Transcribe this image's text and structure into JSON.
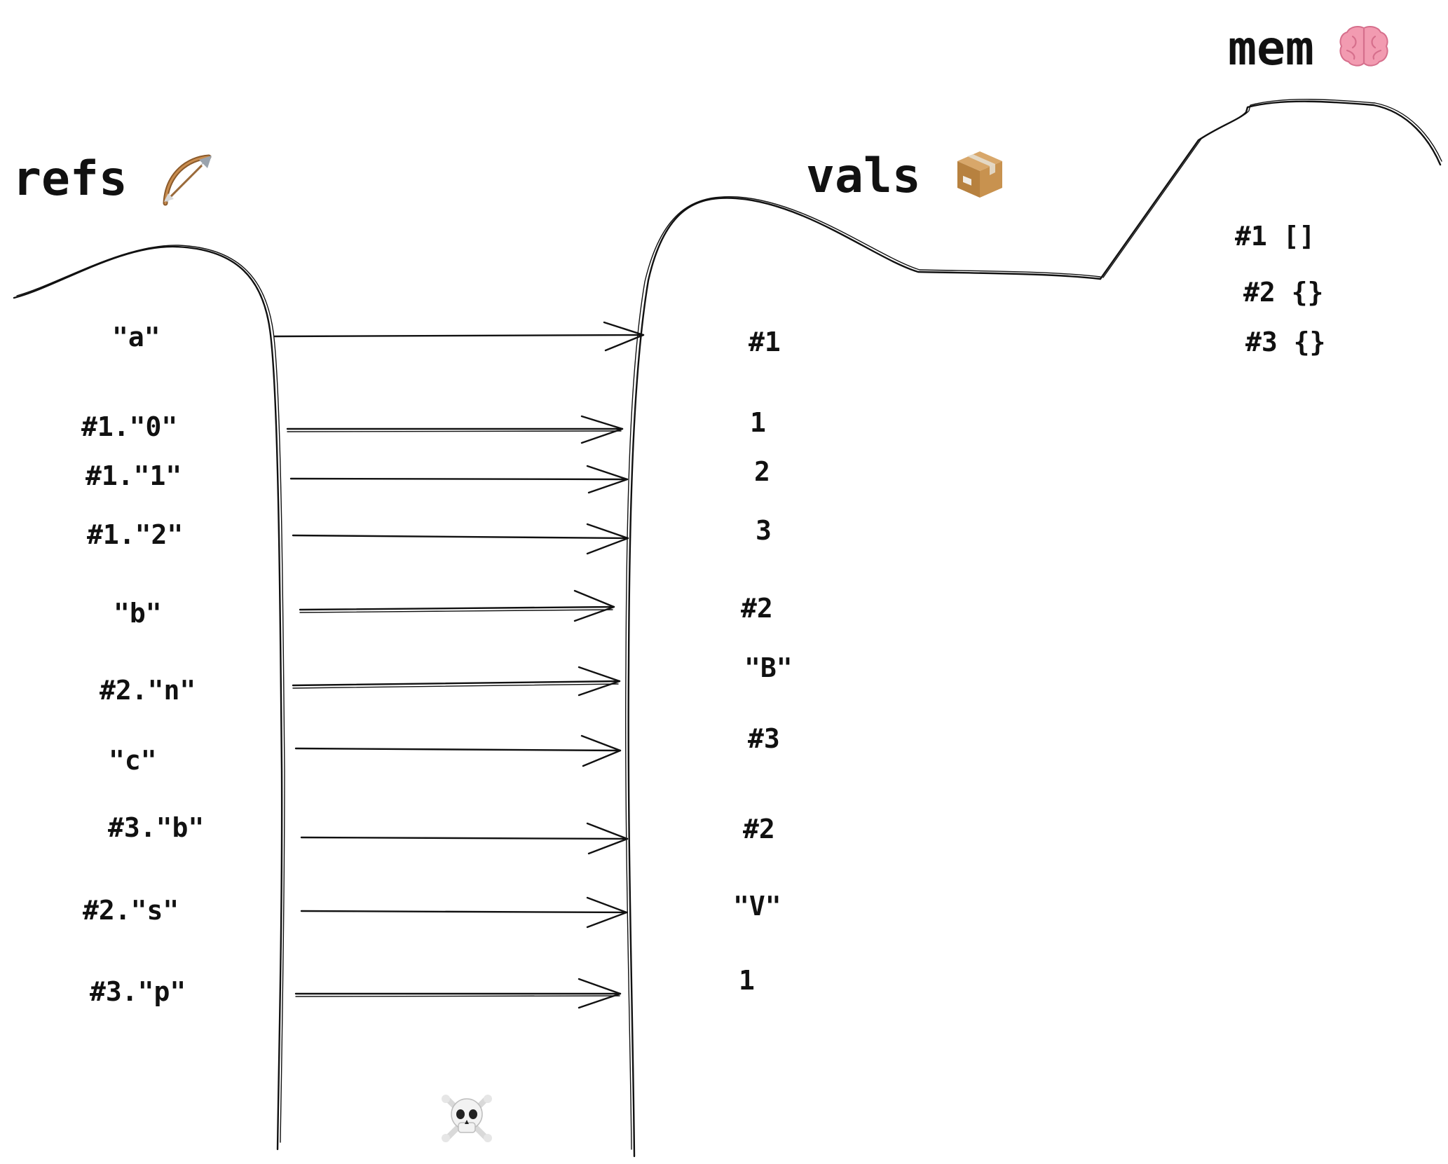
{
  "titles": {
    "refs": "refs",
    "vals": "vals",
    "mem": "mem"
  },
  "icons": {
    "refs": "bow-and-arrow-icon",
    "vals": "package-icon",
    "mem": "brain-icon",
    "bottom": "skull-crossbones-icon"
  },
  "refs": [
    "\"a\"",
    "#1.\"0\"",
    "#1.\"1\"",
    "#1.\"2\"",
    "\"b\"",
    "#2.\"n\"",
    "\"c\"",
    "#3.\"b\"",
    "#2.\"s\"",
    "#3.\"p\""
  ],
  "vals": [
    "#1",
    "1",
    "2",
    "3",
    "#2",
    "\"B\"",
    "#3",
    "#2",
    "\"V\"",
    "1"
  ],
  "mem": [
    "#1 []",
    "#2 {}",
    "#3 {}"
  ]
}
